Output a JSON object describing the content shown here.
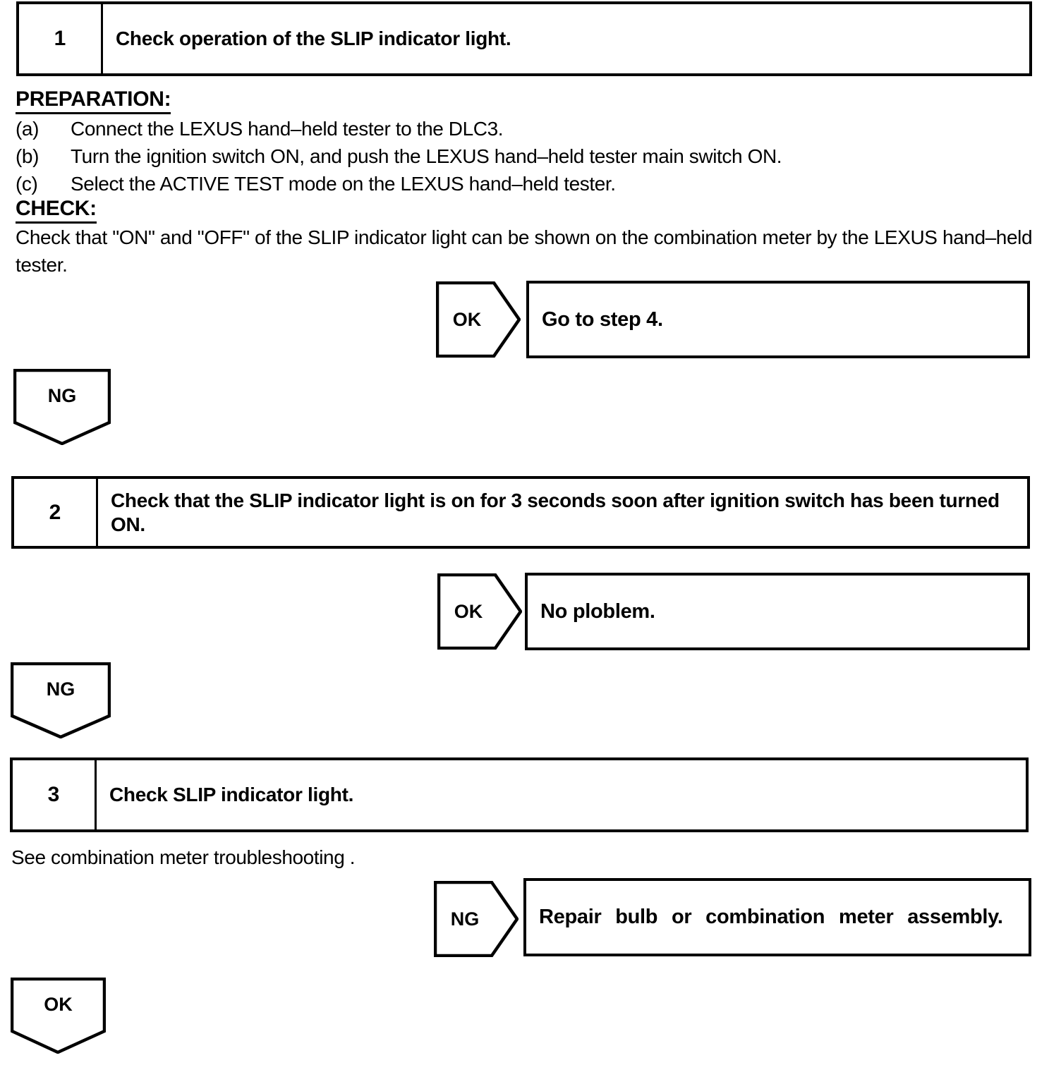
{
  "colors": {
    "ink": "#000000",
    "paper": "#ffffff"
  },
  "steps": [
    {
      "number": "1",
      "title": "Check operation of the SLIP indicator light."
    },
    {
      "number": "2",
      "title": "Check that the SLIP indicator light is on for 3 seconds soon after ignition switch has been turned ON."
    },
    {
      "number": "3",
      "title": "Check SLIP indicator light."
    }
  ],
  "preparation": {
    "heading": "PREPARATION:",
    "items": [
      {
        "label": "(a)",
        "text": "Connect the LEXUS hand–held tester to the DLC3."
      },
      {
        "label": "(b)",
        "text": "Turn the ignition switch ON, and push the LEXUS hand–held tester main switch ON."
      },
      {
        "label": "(c)",
        "text": "Select the ACTIVE TEST mode on the LEXUS hand–held tester."
      }
    ]
  },
  "check": {
    "heading": "CHECK:",
    "text": "Check that \"ON\" and \"OFF\" of the SLIP indicator light can be shown on the combination meter by the LEXUS hand–held tester."
  },
  "note": "See combination meter troubleshooting .",
  "connectors": {
    "ok1": {
      "label": "OK",
      "result": "Go to step 4."
    },
    "ng1": {
      "label": "NG"
    },
    "ok2": {
      "label": "OK",
      "result": "No ploblem."
    },
    "ng2": {
      "label": "NG"
    },
    "ng3": {
      "label": "NG",
      "result": "Repair bulb or combination meter assembly."
    },
    "ok3": {
      "label": "OK"
    }
  }
}
